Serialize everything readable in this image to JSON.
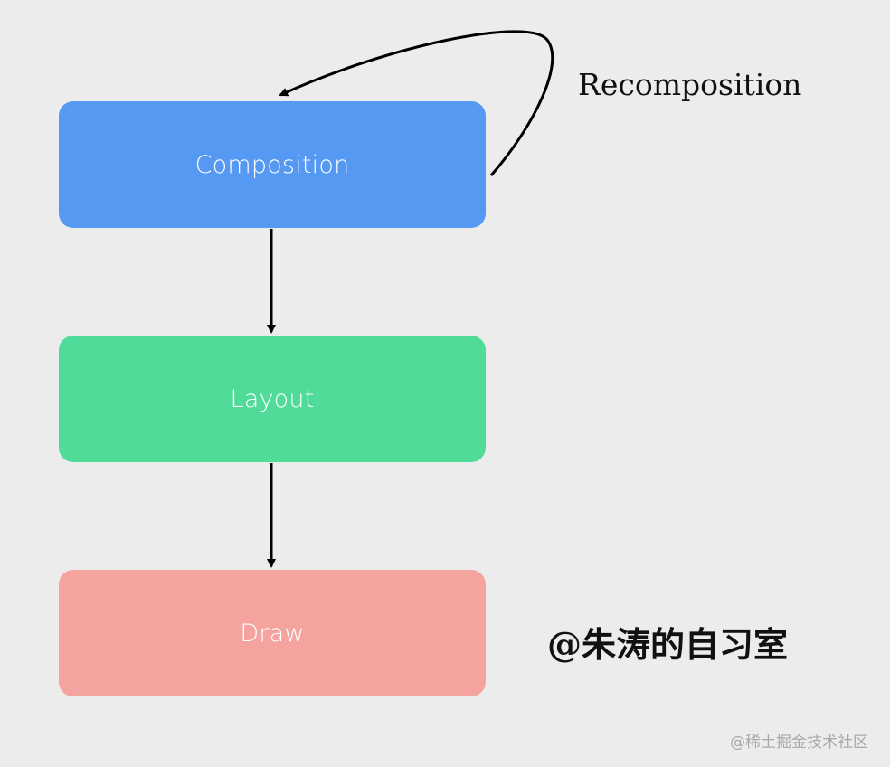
{
  "colors": {
    "background": "#ececec",
    "composition": "#5599f2",
    "layout": "#50dc98",
    "draw": "#f5a39f",
    "arrow": "#000000"
  },
  "nodes": [
    {
      "id": "composition",
      "label": "Composition"
    },
    {
      "id": "layout",
      "label": "Layout"
    },
    {
      "id": "draw",
      "label": "Draw"
    }
  ],
  "edges": [
    {
      "from": "composition",
      "to": "layout"
    },
    {
      "from": "layout",
      "to": "draw"
    },
    {
      "from": "composition",
      "to": "composition",
      "label": "Recomposition"
    }
  ],
  "loop_label": "Recomposition",
  "watermark": {
    "author": "@朱涛的自习室",
    "site": "@稀土掘金技术社区"
  }
}
